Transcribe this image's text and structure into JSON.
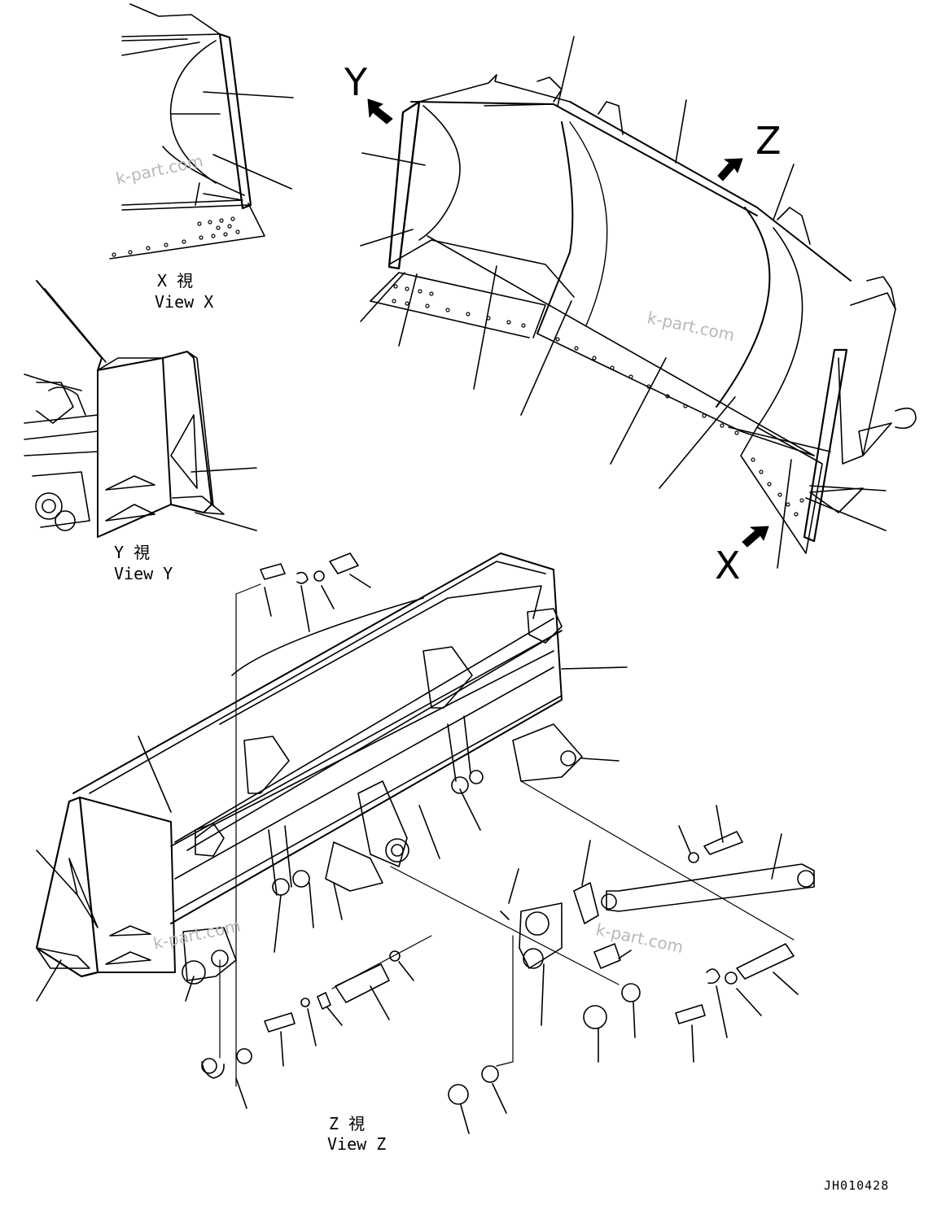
{
  "labels": {
    "view_x_jp": "X 視",
    "view_x_en": "View X",
    "view_y_jp": "Y 視",
    "view_y_en": "View Y",
    "view_z_jp": "Z 視",
    "view_z_en": "View Z",
    "arrow_y": "Y",
    "arrow_z": "Z",
    "arrow_x": "X",
    "watermark": "k-part.com",
    "drawing_code": "JH010428"
  }
}
